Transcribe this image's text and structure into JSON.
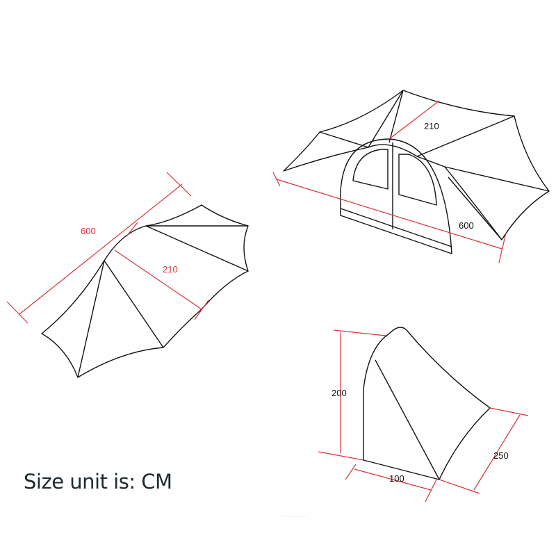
{
  "left_view": {
    "length_label": "600",
    "width_label": "210"
  },
  "top_right_view": {
    "width_label": "210",
    "length_label": "600"
  },
  "side_view": {
    "height_label": "200",
    "depth_label": "100",
    "length_label": "250"
  },
  "unit_note": "Size unit is: CM",
  "colors": {
    "line": "#111111",
    "dimension_red": "#d8323a",
    "text_red": "#d8323a"
  }
}
